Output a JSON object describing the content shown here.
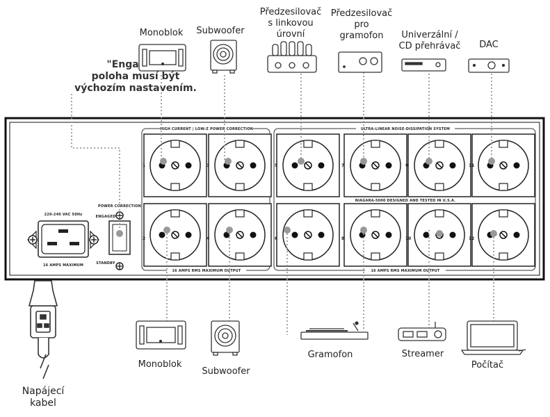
{
  "note": {
    "line1": "\"Engaged\"",
    "line2": "poloha musí být",
    "line3": "výchozím nastavením."
  },
  "top_devices": {
    "monoblok": "Monoblok",
    "subwoofer": "Subwoofer",
    "preamp_line": [
      "Předzesilovač",
      "s linkovou",
      "úrovní"
    ],
    "preamp_phono": [
      "Předzesilovač",
      "pro",
      "gramofon"
    ],
    "cd_player": [
      "Univerzální /",
      "CD přehrávač"
    ],
    "dac": "DAC"
  },
  "bottom_devices": {
    "monoblok": "Monoblok",
    "subwoofer": "Subwoofer",
    "turntable": "Gramofon",
    "streamer": "Streamer",
    "computer": "Počítač",
    "power_cable": [
      "Napájecí",
      "kabel"
    ]
  },
  "panel": {
    "left_group_title": "HIGH CURRENT | LOW-Z POWER CORRECTION",
    "right_group_title": "ULTRA-LINEAR NOISE-DISSIPATION SYSTEM",
    "model_text": "NIAGARA-5000  DESIGNED AND TESTED IN U.S.A.",
    "left_output": "16 AMPS RMS MAXIMUM OUTPUT",
    "right_output": "16 AMPS RMS MAXIMUM OUTPUT",
    "inlet_voltage": "220-240 VAC 50Hz",
    "inlet_max": "16 AMPS MAXIMUM",
    "switch_title": "POWER CORRECTION",
    "switch_engaged": "ENGAGED",
    "switch_standby": "STANDBY",
    "outlet_numbers": [
      "1",
      "3",
      "5",
      "7",
      "9",
      "11",
      "2",
      "4",
      "6",
      "8",
      "10",
      "12"
    ]
  }
}
